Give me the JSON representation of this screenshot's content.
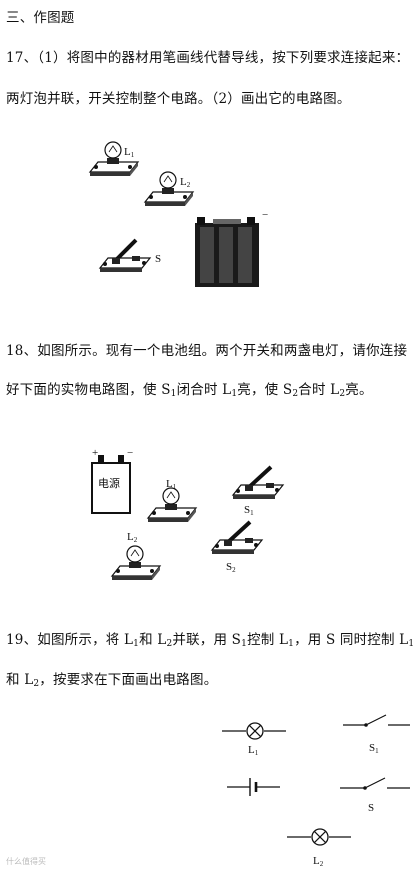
{
  "section_title": "三、作图题",
  "q17": {
    "line1": "17、（1）将图中的器材用笔画线代替导线，按下列要求连接起来：",
    "line2": "两灯泡并联，开关控制整个电路。（2）画出它的电路图。",
    "labels": {
      "L1": "L",
      "L1_sub": "1",
      "L2": "L",
      "L2_sub": "2",
      "S": "S",
      "minus": "−"
    }
  },
  "q18": {
    "line1": "18、如图所示。现有一个电池组。两个开关和两盏电灯，请你连接",
    "line2_pre": "好下面的实物电路图，使 S",
    "line2_s1sub": "1",
    "line2_mid1": "闭合时 L",
    "line2_l1sub": "1",
    "line2_mid2": "亮，使 S",
    "line2_s2sub": "2",
    "line2_mid3": "合时 L",
    "line2_l2sub": "2",
    "line2_end": "亮。",
    "labels": {
      "power": "电源",
      "plus": "+",
      "minus": "−",
      "L1": "L",
      "L1_sub": "1",
      "L2": "L",
      "L2_sub": "2",
      "S1": "S",
      "S1_sub": "1",
      "S2": "S",
      "S2_sub": "2"
    }
  },
  "q19": {
    "line1_pre": "19、如图所示，将 L",
    "l1a_sub": "1",
    "line1_and": "和 L",
    "l2a_sub": "2",
    "line1_mid": "并联，用 S",
    "s1_sub": "1",
    "line1_ctrl": "控制 L",
    "l1b_sub": "1",
    "line1_end": "，用 S 同时控制 L",
    "l1c_sub": "1",
    "line2_pre": "和 L",
    "l2b_sub": "2",
    "line2_end": "，按要求在下面画出电路图。",
    "labels": {
      "L1": "L",
      "L1_sub": "1",
      "S1": "S",
      "S1_sub": "1",
      "S": "S",
      "L2": "L",
      "L2_sub": "2"
    }
  },
  "watermark": "什么值得买"
}
